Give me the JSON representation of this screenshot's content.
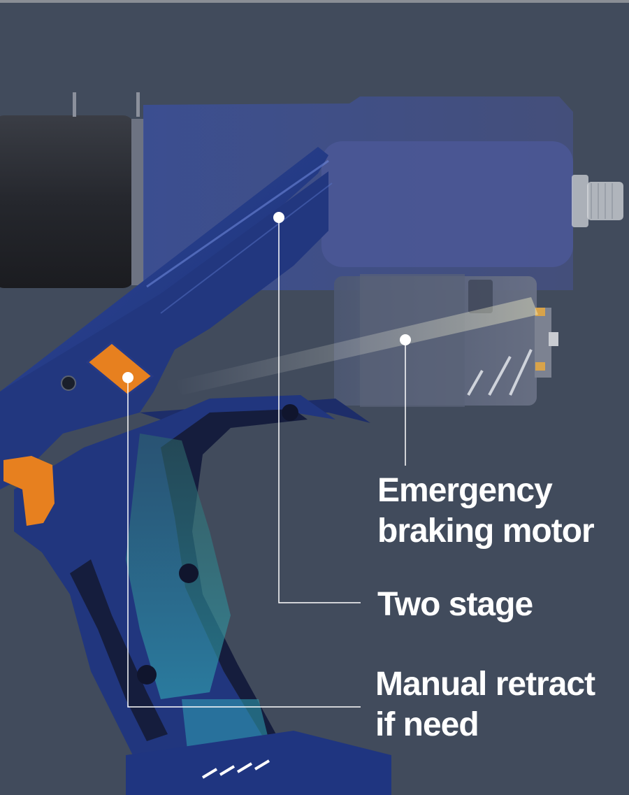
{
  "colors": {
    "background": "#414b5c",
    "tool_body": "#243a86",
    "accent_orange": "#e7801f",
    "callout_white": "#ffffff"
  },
  "callouts": {
    "motor": {
      "line1": "Emergency",
      "line2": "braking motor"
    },
    "stage": {
      "line1": "Two stage"
    },
    "retract": {
      "line1": "Manual retract",
      "line2": "if need"
    }
  }
}
